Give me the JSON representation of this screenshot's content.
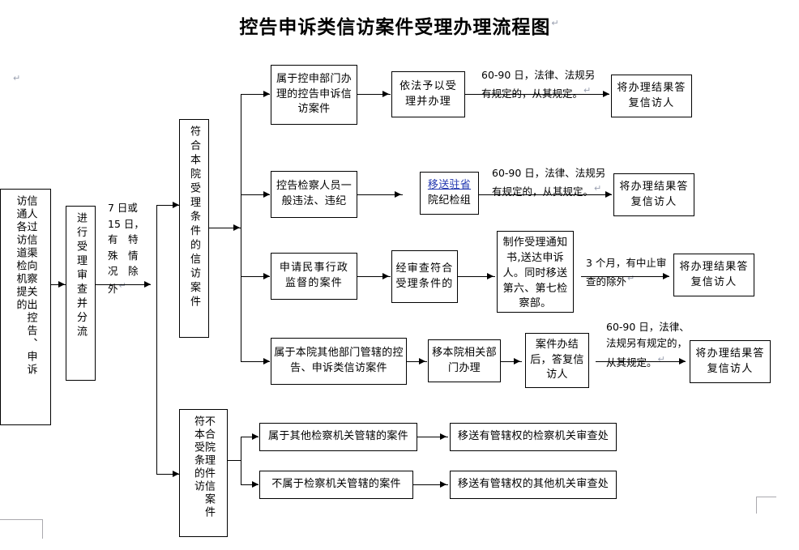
{
  "document": {
    "title": "控告申诉类信访案件受理办理流程图",
    "pilcrow": "↵"
  },
  "nodes": {
    "intake": {
      "col_right": "信人过信渠向察关出控告、申诉",
      "col_left": "访通各访道检机提的",
      "full_text": "信访人通过各信访渠道向检察机关提出的控告、申诉"
    },
    "review": {
      "text": "进行受理审查并分流",
      "full_text": "进行受理审查并分流"
    },
    "eligible": {
      "text": "符合本院受理条件的信访案件"
    },
    "ineligible": {
      "col_right": "不合院理件信案件",
      "col_left": "符本受条的访",
      "full_text": "不符合本院受理条件的信访案件"
    },
    "branch1_case": "属于控申部门办理的控告申诉信访案件",
    "branch1_action": "依法予以受理并办理",
    "branch1_result": "将办理结果答复信访人",
    "branch2_case": "控告检察人员一般违法、违纪",
    "branch2_action_link": "移送驻省",
    "branch2_action_rest": "院纪检组",
    "branch2_result": "将办理结果答复信访人",
    "branch3_case": "申请民事行政监督的案件",
    "branch3_action": "经审查符合受理条件的",
    "branch3_notice": "制作受理通知书,送达申诉人。同时移送第六、第七检察部。",
    "branch3_result": "将办理结果答复信访人",
    "branch4_case": "属于本院其他部门管辖的控告、申诉类信访案件",
    "branch4_action": "移本院相关部门办理",
    "branch4_close": "案件办结后，答复信访人",
    "branch4_result": "将办理结果答复信访人",
    "branch5_case": "属于其他检察机关管辖的案件",
    "branch5_action": "移送有管辖权的检察机关审查处",
    "branch6_case": "不属于检察机关管辖的案件",
    "branch6_action": "移送有管辖权的其他机关审查处"
  },
  "labels": {
    "time_intake": "7 日或\n15 日，\n有　特\n殊　情\n况　除\n外",
    "time_branch1": "60-90 日，法律、法规另\n有规定的，从其规定。",
    "time_branch2": "60-90 日，法律、法规另\n有规定的，从其规定。",
    "time_branch3": "3 个月，有中止审\n查的除外",
    "time_branch4": "60-90 日，法律、\n法规另有规定的，\n从其规定。"
  },
  "colors": {
    "line": "#000000",
    "link": "#2338b0",
    "pilcrow": "#9aa0b0",
    "corner_mark": "#aaa9ae"
  }
}
